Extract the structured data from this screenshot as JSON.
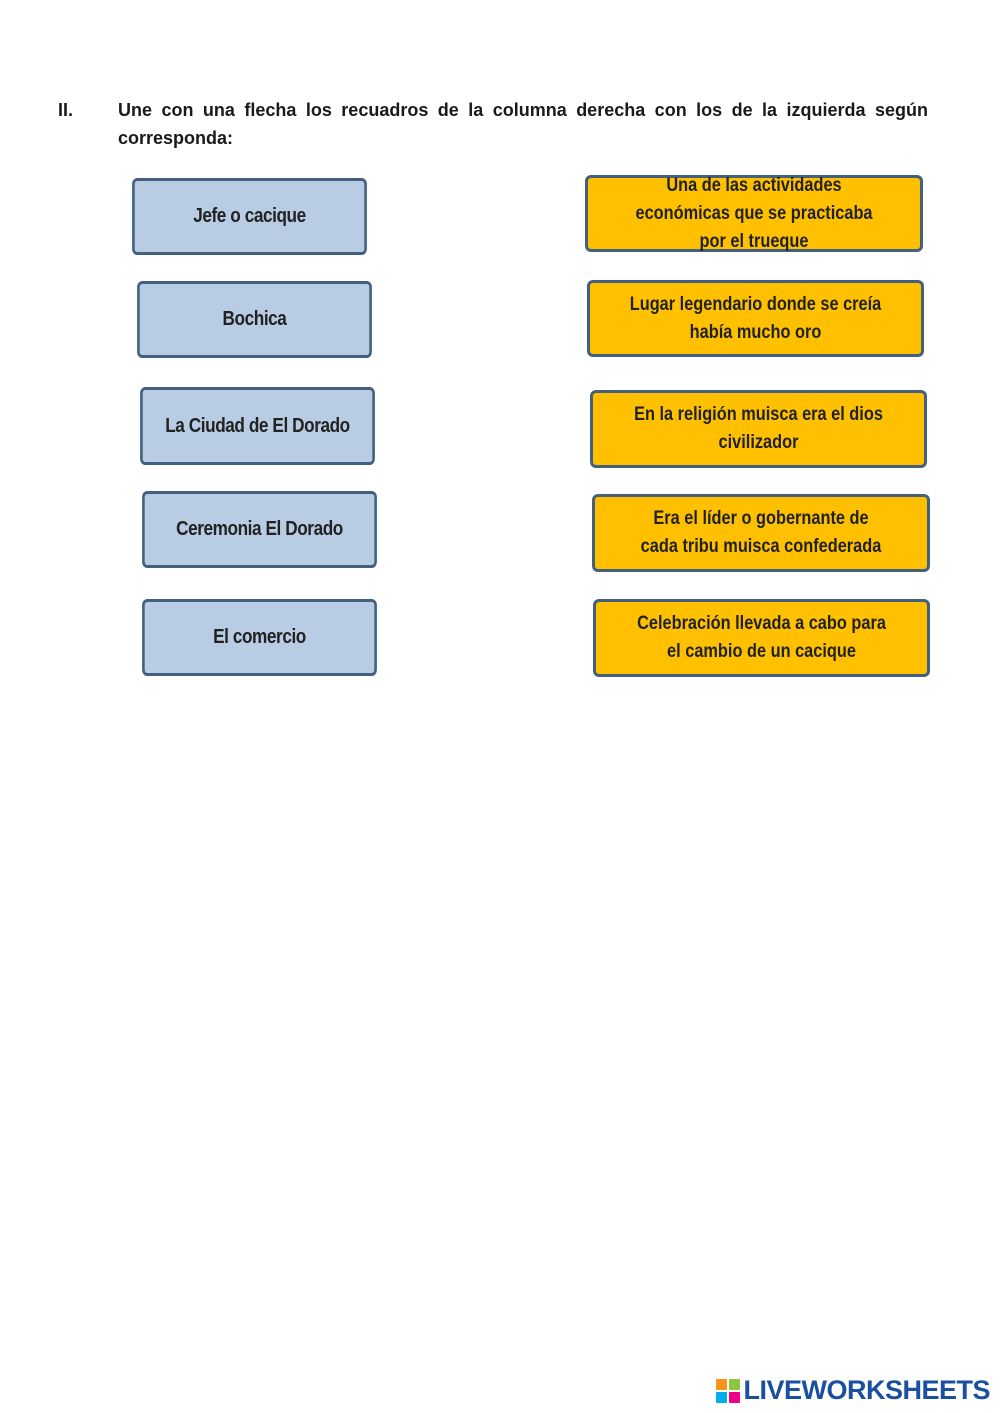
{
  "instruction": {
    "number": "II.",
    "text": "Une con una flecha los recuadros de la columna derecha con los de la izquierda según corresponda:"
  },
  "left_column": [
    "Jefe o cacique",
    "Bochica",
    "La Ciudad de El Dorado",
    "Ceremonia El Dorado",
    "El comercio"
  ],
  "right_column": [
    "Una de las actividades económicas que se practicaba por el trueque",
    "Lugar legendario donde se creía había mucho oro",
    "En la religión muisca era el dios civilizador",
    "Era el líder o gobernante de cada tribu muisca confederada",
    "Celebración llevada a cabo para el cambio de un cacique"
  ],
  "footer": {
    "logo_text": "LIVEWORKSHEETS",
    "logo_icon": "liveworksheets-logo-icon",
    "logo_colors": [
      "#f7941d",
      "#8dc63f",
      "#00aeef",
      "#ec008c"
    ]
  },
  "colors": {
    "left_box_fill": "#b8cce4",
    "right_box_fill": "#ffc000",
    "box_border": "#44607f",
    "logo_text": "#1b4fa0"
  }
}
